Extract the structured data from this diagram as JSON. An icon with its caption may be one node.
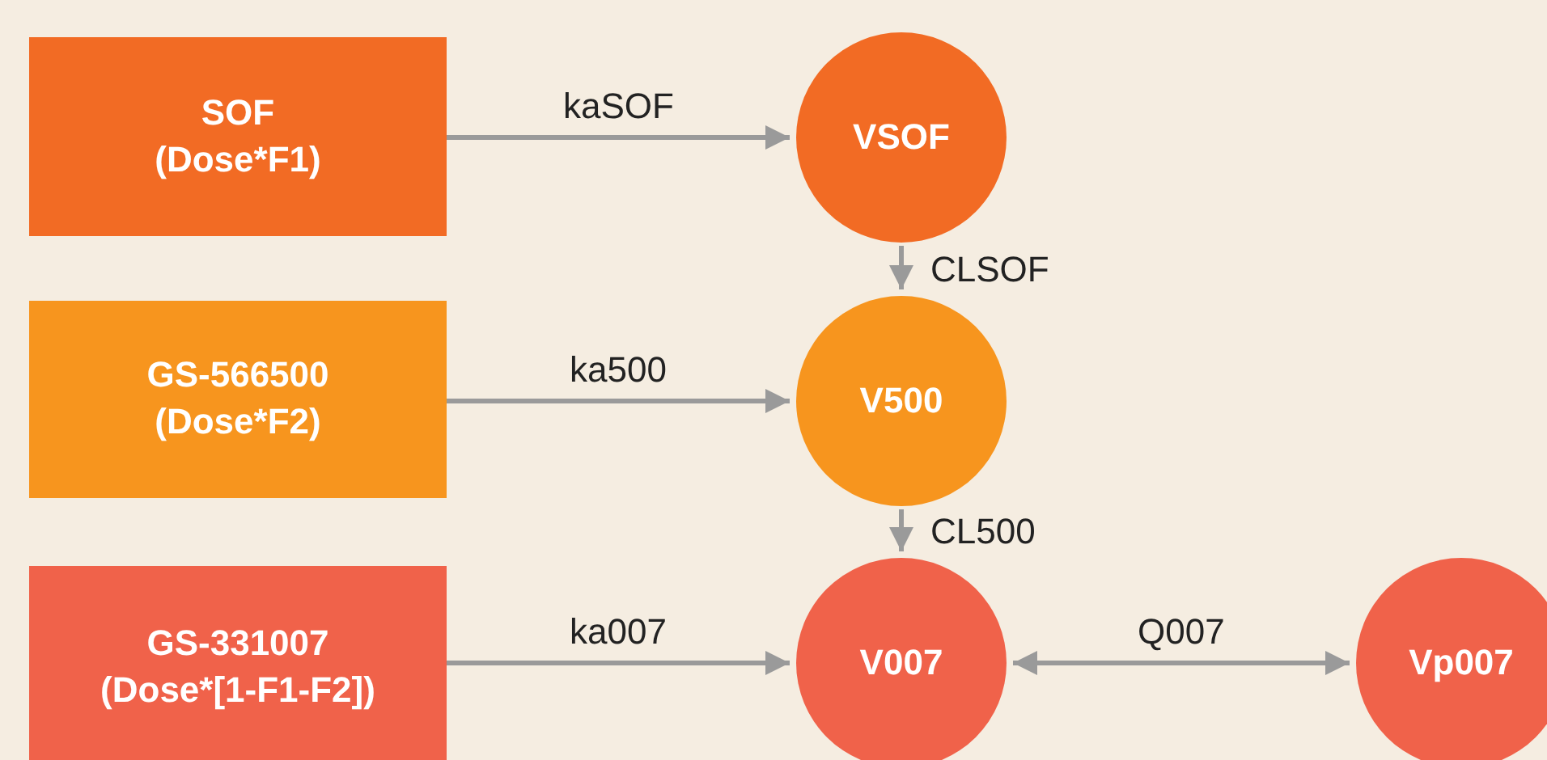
{
  "diagram": {
    "nodes": [
      {
        "text": [
          "SOF",
          "(Dose*F1)"
        ]
      },
      {
        "text": [
          "VSOF"
        ]
      },
      {
        "text": [
          "GS-566500",
          "(Dose*F2)"
        ]
      },
      {
        "text": [
          "V500"
        ]
      },
      {
        "text": [
          "GS-331007",
          "(Dose*[1-F1-F2])"
        ]
      },
      {
        "text": [
          "V007"
        ]
      },
      {
        "text": [
          "Vp007"
        ]
      }
    ],
    "edges": [
      {
        "from": 0,
        "to": 1,
        "arrow": "to",
        "label": "kaSOF"
      },
      {
        "from": 1,
        "to": 3,
        "arrow": "to",
        "label": "CLSOF"
      },
      {
        "from": 2,
        "to": 3,
        "arrow": "to",
        "label": "ka500"
      },
      {
        "from": 3,
        "to": 5,
        "arrow": "to",
        "label": "CL500"
      },
      {
        "from": 4,
        "to": 5,
        "arrow": "to",
        "label": "ka007"
      },
      {
        "from": 5,
        "to": 6,
        "arrow": "both",
        "label": "Q007"
      }
    ]
  }
}
